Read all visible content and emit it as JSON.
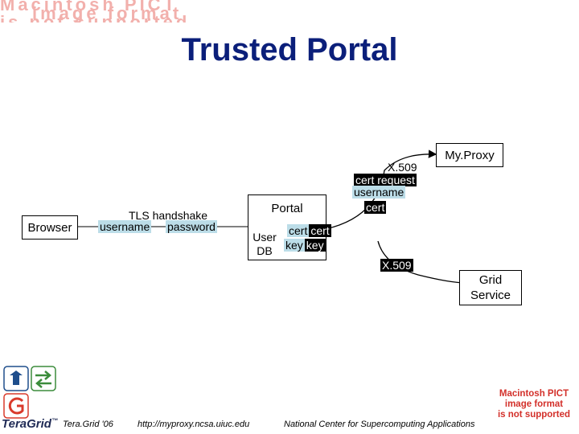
{
  "banner": {
    "line1": "Macintosh PICT",
    "line2": "image format",
    "line3": "is not supported"
  },
  "title": "Trusted Portal",
  "nodes": {
    "browser": "Browser",
    "portal": "Portal",
    "myproxy": "My.Proxy",
    "grid_service_line1": "Grid",
    "grid_service_line2": "Service"
  },
  "db": {
    "line1": "User",
    "line2": "DB"
  },
  "tls": {
    "handshake": "TLS handshake",
    "username": "username",
    "password": "password"
  },
  "portal_store": {
    "cert1": "cert",
    "cert2": "cert",
    "key1": "key",
    "key2": "key"
  },
  "myproxy_exchange": {
    "x509": "X.509",
    "cert_request": "cert request",
    "username": "username",
    "cert": "cert"
  },
  "grid_exchange": {
    "x509": "X.509"
  },
  "footer": {
    "brand": "TeraGrid",
    "tm": "™",
    "event": "Tera.Grid '06",
    "url": "http://myproxy.ncsa.uiuc.edu",
    "org": "National Center for Supercomputing Applications"
  },
  "colors": {
    "title": "#0b1f7a",
    "highlight_blue": "#bcdde8",
    "highlight_dark": "#000000",
    "pict_red": "#d3302a",
    "logo_blue": "#1f4e8c",
    "logo_green": "#3b8c3b",
    "logo_red": "#d93a2b"
  }
}
